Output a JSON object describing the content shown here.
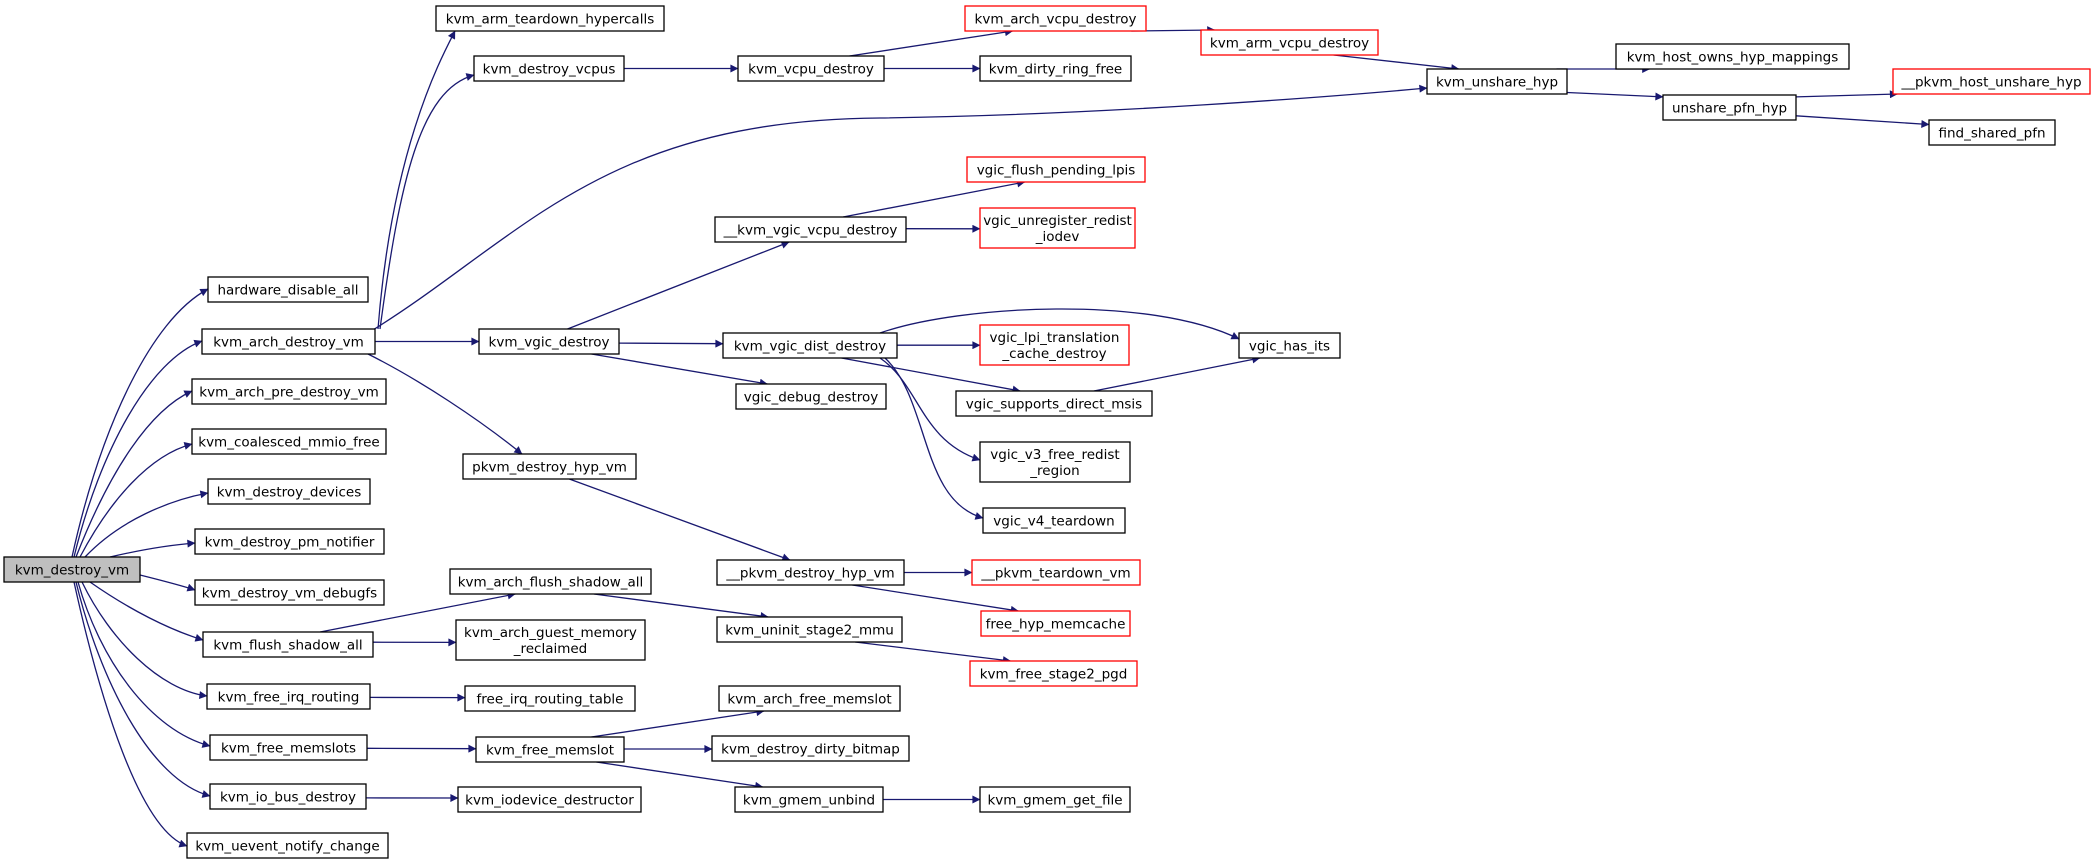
{
  "colors": {
    "edge": "#191970",
    "box_border_black": "#000000",
    "box_border_red": "#ff0000",
    "root_fill": "#bfbfbf",
    "box_fill": "#ffffff"
  },
  "graph": {
    "nodes": [
      {
        "id": "kvm_destroy_vm",
        "lines": [
          "kvm_destroy_vm"
        ],
        "style": "root"
      },
      {
        "id": "hardware_disable_all",
        "lines": [
          "hardware_disable_all"
        ],
        "style": "normal"
      },
      {
        "id": "kvm_arch_destroy_vm",
        "lines": [
          "kvm_arch_destroy_vm"
        ],
        "style": "normal"
      },
      {
        "id": "kvm_arch_pre_destroy_vm",
        "lines": [
          "kvm_arch_pre_destroy_vm"
        ],
        "style": "normal"
      },
      {
        "id": "kvm_coalesced_mmio_free",
        "lines": [
          "kvm_coalesced_mmio_free"
        ],
        "style": "normal"
      },
      {
        "id": "kvm_destroy_devices",
        "lines": [
          "kvm_destroy_devices"
        ],
        "style": "normal"
      },
      {
        "id": "kvm_destroy_pm_notifier",
        "lines": [
          "kvm_destroy_pm_notifier"
        ],
        "style": "normal"
      },
      {
        "id": "kvm_destroy_vm_debugfs",
        "lines": [
          "kvm_destroy_vm_debugfs"
        ],
        "style": "normal"
      },
      {
        "id": "kvm_flush_shadow_all",
        "lines": [
          "kvm_flush_shadow_all"
        ],
        "style": "normal"
      },
      {
        "id": "kvm_free_irq_routing",
        "lines": [
          "kvm_free_irq_routing"
        ],
        "style": "normal"
      },
      {
        "id": "kvm_free_memslots",
        "lines": [
          "kvm_free_memslots"
        ],
        "style": "normal"
      },
      {
        "id": "kvm_io_bus_destroy",
        "lines": [
          "kvm_io_bus_destroy"
        ],
        "style": "normal"
      },
      {
        "id": "kvm_uevent_notify_change",
        "lines": [
          "kvm_uevent_notify_change"
        ],
        "style": "normal"
      },
      {
        "id": "kvm_arm_teardown_hypercalls",
        "lines": [
          "kvm_arm_teardown_hypercalls"
        ],
        "style": "normal"
      },
      {
        "id": "kvm_destroy_vcpus",
        "lines": [
          "kvm_destroy_vcpus"
        ],
        "style": "normal"
      },
      {
        "id": "kvm_vgic_destroy",
        "lines": [
          "kvm_vgic_destroy"
        ],
        "style": "normal"
      },
      {
        "id": "pkvm_destroy_hyp_vm",
        "lines": [
          "pkvm_destroy_hyp_vm"
        ],
        "style": "normal"
      },
      {
        "id": "kvm_arch_flush_shadow_all",
        "lines": [
          "kvm_arch_flush_shadow_all"
        ],
        "style": "normal"
      },
      {
        "id": "kvm_arch_guest_memory_reclaimed",
        "lines": [
          "kvm_arch_guest_memory",
          "_reclaimed"
        ],
        "style": "normal"
      },
      {
        "id": "free_irq_routing_table",
        "lines": [
          "free_irq_routing_table"
        ],
        "style": "normal"
      },
      {
        "id": "kvm_free_memslot",
        "lines": [
          "kvm_free_memslot"
        ],
        "style": "normal"
      },
      {
        "id": "kvm_iodevice_destructor",
        "lines": [
          "kvm_iodevice_destructor"
        ],
        "style": "normal"
      },
      {
        "id": "kvm_vcpu_destroy",
        "lines": [
          "kvm_vcpu_destroy"
        ],
        "style": "normal"
      },
      {
        "id": "kvm_arch_vcpu_destroy",
        "lines": [
          "kvm_arch_vcpu_destroy"
        ],
        "style": "red"
      },
      {
        "id": "kvm_dirty_ring_free",
        "lines": [
          "kvm_dirty_ring_free"
        ],
        "style": "normal"
      },
      {
        "id": "kvm_arm_vcpu_destroy",
        "lines": [
          "kvm_arm_vcpu_destroy"
        ],
        "style": "red"
      },
      {
        "id": "kvm_unshare_hyp",
        "lines": [
          "kvm_unshare_hyp"
        ],
        "style": "normal"
      },
      {
        "id": "kvm_host_owns_hyp_mappings",
        "lines": [
          "kvm_host_owns_hyp_mappings"
        ],
        "style": "normal"
      },
      {
        "id": "unshare_pfn_hyp",
        "lines": [
          "unshare_pfn_hyp"
        ],
        "style": "normal"
      },
      {
        "id": "__pkvm_host_unshare_hyp",
        "lines": [
          "__pkvm_host_unshare_hyp"
        ],
        "style": "red"
      },
      {
        "id": "find_shared_pfn",
        "lines": [
          "find_shared_pfn"
        ],
        "style": "normal"
      },
      {
        "id": "__kvm_vgic_vcpu_destroy",
        "lines": [
          "__kvm_vgic_vcpu_destroy"
        ],
        "style": "normal"
      },
      {
        "id": "vgic_flush_pending_lpis",
        "lines": [
          "vgic_flush_pending_lpis"
        ],
        "style": "red"
      },
      {
        "id": "vgic_unregister_redist_iodev",
        "lines": [
          "vgic_unregister_redist",
          "_iodev"
        ],
        "style": "red"
      },
      {
        "id": "kvm_vgic_dist_destroy",
        "lines": [
          "kvm_vgic_dist_destroy"
        ],
        "style": "normal"
      },
      {
        "id": "vgic_debug_destroy",
        "lines": [
          "vgic_debug_destroy"
        ],
        "style": "normal"
      },
      {
        "id": "vgic_lpi_translation_cache_destroy",
        "lines": [
          "vgic_lpi_translation",
          "_cache_destroy"
        ],
        "style": "red"
      },
      {
        "id": "vgic_supports_direct_msis",
        "lines": [
          "vgic_supports_direct_msis"
        ],
        "style": "normal"
      },
      {
        "id": "vgic_v3_free_redist_region",
        "lines": [
          "vgic_v3_free_redist",
          "_region"
        ],
        "style": "normal"
      },
      {
        "id": "vgic_v4_teardown",
        "lines": [
          "vgic_v4_teardown"
        ],
        "style": "normal"
      },
      {
        "id": "vgic_has_its",
        "lines": [
          "vgic_has_its"
        ],
        "style": "normal"
      },
      {
        "id": "__pkvm_destroy_hyp_vm",
        "lines": [
          "__pkvm_destroy_hyp_vm"
        ],
        "style": "normal"
      },
      {
        "id": "__pkvm_teardown_vm",
        "lines": [
          "__pkvm_teardown_vm"
        ],
        "style": "red"
      },
      {
        "id": "free_hyp_memcache",
        "lines": [
          "free_hyp_memcache"
        ],
        "style": "red"
      },
      {
        "id": "kvm_uninit_stage2_mmu",
        "lines": [
          "kvm_uninit_stage2_mmu"
        ],
        "style": "normal"
      },
      {
        "id": "kvm_free_stage2_pgd",
        "lines": [
          "kvm_free_stage2_pgd"
        ],
        "style": "red"
      },
      {
        "id": "kvm_arch_free_memslot",
        "lines": [
          "kvm_arch_free_memslot"
        ],
        "style": "normal"
      },
      {
        "id": "kvm_destroy_dirty_bitmap",
        "lines": [
          "kvm_destroy_dirty_bitmap"
        ],
        "style": "normal"
      },
      {
        "id": "kvm_gmem_unbind",
        "lines": [
          "kvm_gmem_unbind"
        ],
        "style": "normal"
      },
      {
        "id": "kvm_gmem_get_file",
        "lines": [
          "kvm_gmem_get_file"
        ],
        "style": "normal"
      }
    ],
    "edges": [
      [
        "kvm_destroy_vm",
        "hardware_disable_all"
      ],
      [
        "kvm_destroy_vm",
        "kvm_arch_destroy_vm"
      ],
      [
        "kvm_destroy_vm",
        "kvm_arch_pre_destroy_vm"
      ],
      [
        "kvm_destroy_vm",
        "kvm_coalesced_mmio_free"
      ],
      [
        "kvm_destroy_vm",
        "kvm_destroy_devices"
      ],
      [
        "kvm_destroy_vm",
        "kvm_destroy_pm_notifier"
      ],
      [
        "kvm_destroy_vm",
        "kvm_destroy_vm_debugfs"
      ],
      [
        "kvm_destroy_vm",
        "kvm_flush_shadow_all"
      ],
      [
        "kvm_destroy_vm",
        "kvm_free_irq_routing"
      ],
      [
        "kvm_destroy_vm",
        "kvm_free_memslots"
      ],
      [
        "kvm_destroy_vm",
        "kvm_io_bus_destroy"
      ],
      [
        "kvm_destroy_vm",
        "kvm_uevent_notify_change"
      ],
      [
        "kvm_arch_destroy_vm",
        "kvm_arm_teardown_hypercalls"
      ],
      [
        "kvm_arch_destroy_vm",
        "kvm_destroy_vcpus"
      ],
      [
        "kvm_arch_destroy_vm",
        "kvm_unshare_hyp"
      ],
      [
        "kvm_arch_destroy_vm",
        "kvm_vgic_destroy"
      ],
      [
        "kvm_arch_destroy_vm",
        "pkvm_destroy_hyp_vm"
      ],
      [
        "kvm_destroy_vcpus",
        "kvm_vcpu_destroy"
      ],
      [
        "kvm_vcpu_destroy",
        "kvm_arch_vcpu_destroy"
      ],
      [
        "kvm_vcpu_destroy",
        "kvm_dirty_ring_free"
      ],
      [
        "kvm_arch_vcpu_destroy",
        "kvm_arm_vcpu_destroy"
      ],
      [
        "kvm_arm_vcpu_destroy",
        "kvm_unshare_hyp"
      ],
      [
        "kvm_unshare_hyp",
        "kvm_host_owns_hyp_mappings"
      ],
      [
        "kvm_unshare_hyp",
        "unshare_pfn_hyp"
      ],
      [
        "unshare_pfn_hyp",
        "__pkvm_host_unshare_hyp"
      ],
      [
        "unshare_pfn_hyp",
        "find_shared_pfn"
      ],
      [
        "kvm_vgic_destroy",
        "__kvm_vgic_vcpu_destroy"
      ],
      [
        "kvm_vgic_destroy",
        "kvm_vgic_dist_destroy"
      ],
      [
        "kvm_vgic_destroy",
        "vgic_debug_destroy"
      ],
      [
        "__kvm_vgic_vcpu_destroy",
        "vgic_flush_pending_lpis"
      ],
      [
        "__kvm_vgic_vcpu_destroy",
        "vgic_unregister_redist_iodev"
      ],
      [
        "kvm_vgic_dist_destroy",
        "vgic_has_its"
      ],
      [
        "kvm_vgic_dist_destroy",
        "vgic_lpi_translation_cache_destroy"
      ],
      [
        "kvm_vgic_dist_destroy",
        "vgic_supports_direct_msis"
      ],
      [
        "kvm_vgic_dist_destroy",
        "vgic_v3_free_redist_region"
      ],
      [
        "kvm_vgic_dist_destroy",
        "vgic_v4_teardown"
      ],
      [
        "vgic_supports_direct_msis",
        "vgic_has_its"
      ],
      [
        "pkvm_destroy_hyp_vm",
        "__pkvm_destroy_hyp_vm"
      ],
      [
        "__pkvm_destroy_hyp_vm",
        "__pkvm_teardown_vm"
      ],
      [
        "__pkvm_destroy_hyp_vm",
        "free_hyp_memcache"
      ],
      [
        "kvm_flush_shadow_all",
        "kvm_arch_flush_shadow_all"
      ],
      [
        "kvm_flush_shadow_all",
        "kvm_arch_guest_memory_reclaimed"
      ],
      [
        "kvm_arch_flush_shadow_all",
        "kvm_uninit_stage2_mmu"
      ],
      [
        "kvm_uninit_stage2_mmu",
        "kvm_free_stage2_pgd"
      ],
      [
        "kvm_free_irq_routing",
        "free_irq_routing_table"
      ],
      [
        "kvm_free_memslots",
        "kvm_free_memslot"
      ],
      [
        "kvm_free_memslot",
        "kvm_arch_free_memslot"
      ],
      [
        "kvm_free_memslot",
        "kvm_destroy_dirty_bitmap"
      ],
      [
        "kvm_free_memslot",
        "kvm_gmem_unbind"
      ],
      [
        "kvm_gmem_unbind",
        "kvm_gmem_get_file"
      ],
      [
        "kvm_io_bus_destroy",
        "kvm_iodevice_destructor"
      ]
    ]
  }
}
